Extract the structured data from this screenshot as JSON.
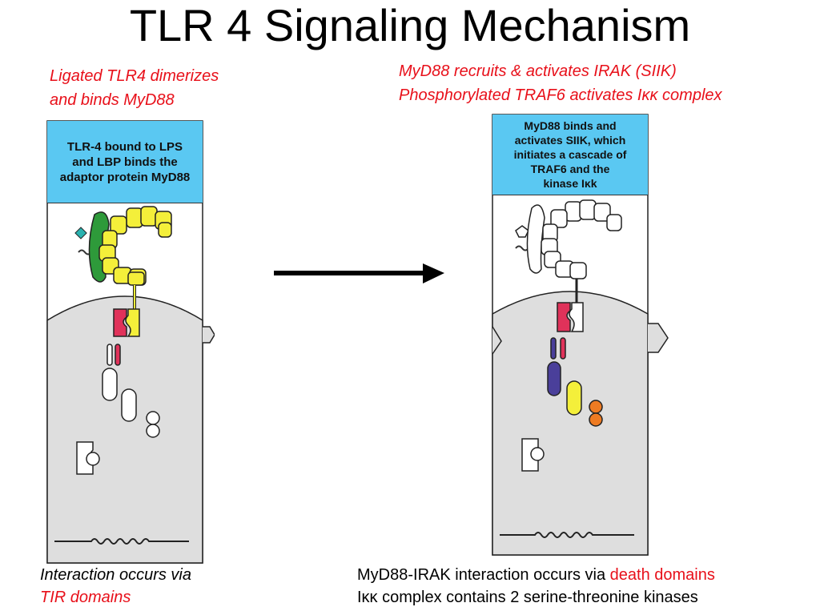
{
  "title": "TLR 4 Signaling Mechanism",
  "caption_left": {
    "line1": "Ligated TLR4 dimerizes",
    "line2": "and binds MyD88"
  },
  "caption_right": {
    "line1": "MyD88 recruits & activates IRAK (SIIK)",
    "line2": "Phosphorylated TRAF6 activates Iκκ complex"
  },
  "panel_left": {
    "box_lines": [
      "TLR-4 bound to LPS",
      "and LBP binds the",
      "adaptor protein MyD88"
    ]
  },
  "panel_right": {
    "box_lines": [
      "MyD88 binds and",
      "activates SIIK, which",
      "initiates a cascade of",
      "TRAF6 and the",
      "kinase Iκk"
    ]
  },
  "footer_left": {
    "line1": "Interaction occurs via",
    "line2": "TIR domains"
  },
  "footer_right": {
    "line1_a": "MyD88-IRAK interaction occurs via ",
    "line1_b": "death domains",
    "line2": "Iκκ complex contains 2 serine-threonine kinases"
  },
  "colors": {
    "accent_red": "#e8101a",
    "box_blue": "#5ac8f2",
    "cell_gray": "#dedede",
    "tlr_green": "#2e9a3a",
    "lbp_yellow": "#f4ef3a",
    "tir_red": "#e0325a",
    "irak_purple": "#4a3f9a",
    "ikk_orange": "#ee7b22"
  }
}
